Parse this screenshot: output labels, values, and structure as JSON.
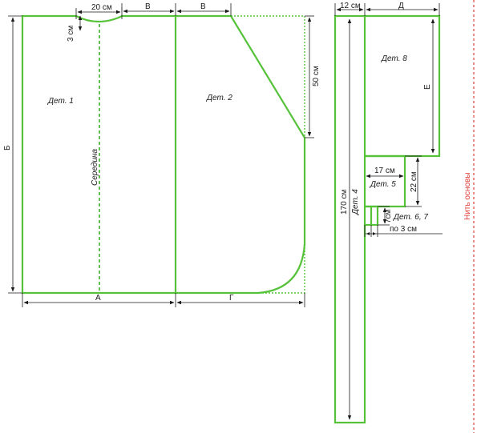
{
  "labels": {
    "piece1": "Дет. 1",
    "piece2": "Дет. 2",
    "piece4": "Дет. 4",
    "piece5": "Дет. 5",
    "piece67": "Дет. 6, 7",
    "piece8": "Дет. 8",
    "center": "Середина",
    "grain": "Нить основы"
  },
  "dimensions": {
    "neck_width": "20 см",
    "neck_depth": "3 см",
    "V": "В",
    "B": "Б",
    "A": "А",
    "G": "Г",
    "D": "Д",
    "E": "Е",
    "dim_50": "50 см",
    "dim_12": "12 см",
    "dim_170": "170 см",
    "dim_17": "17 см",
    "dim_22": "22 см",
    "dim_7": "7см",
    "dim_po3": "по 3 см"
  },
  "colors": {
    "outline": "#56c23a",
    "grain": "#e0403a",
    "text": "#1a1a1a"
  }
}
